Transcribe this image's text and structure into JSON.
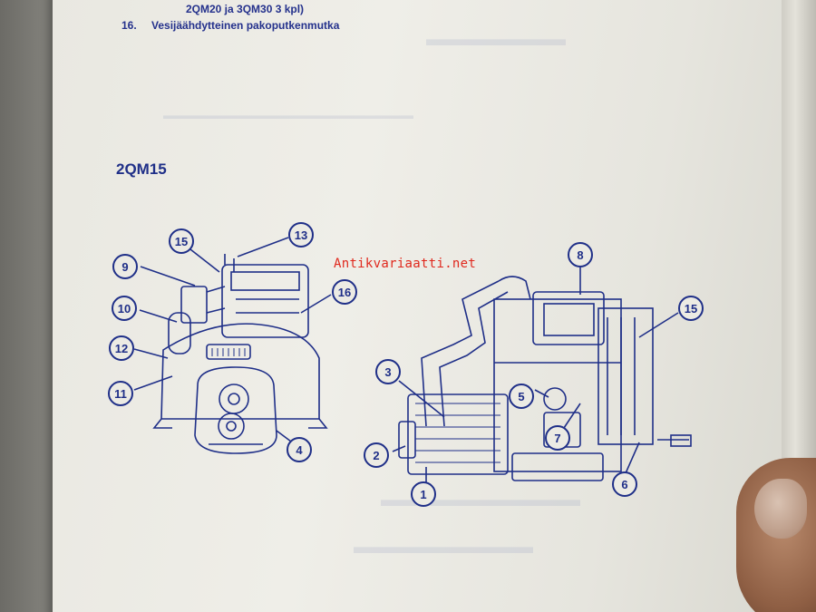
{
  "header": {
    "line_1": "2QM20 ja 3QM30 3 kpl)",
    "item_16_number": "16.",
    "item_16_text": "Vesijäähdytteinen pakoputkenmutka"
  },
  "model_label": "2QM15",
  "watermark": "Antikvariaatti.net",
  "left_callouts": [
    "15",
    "13",
    "9",
    "16",
    "10",
    "12",
    "11",
    "4"
  ],
  "right_callouts": [
    "8",
    "15",
    "3",
    "5",
    "2",
    "7",
    "1",
    "6"
  ],
  "colors": {
    "ink": "#1f2f88",
    "paper": "#ecebe4",
    "watermark": "#e0281d"
  }
}
